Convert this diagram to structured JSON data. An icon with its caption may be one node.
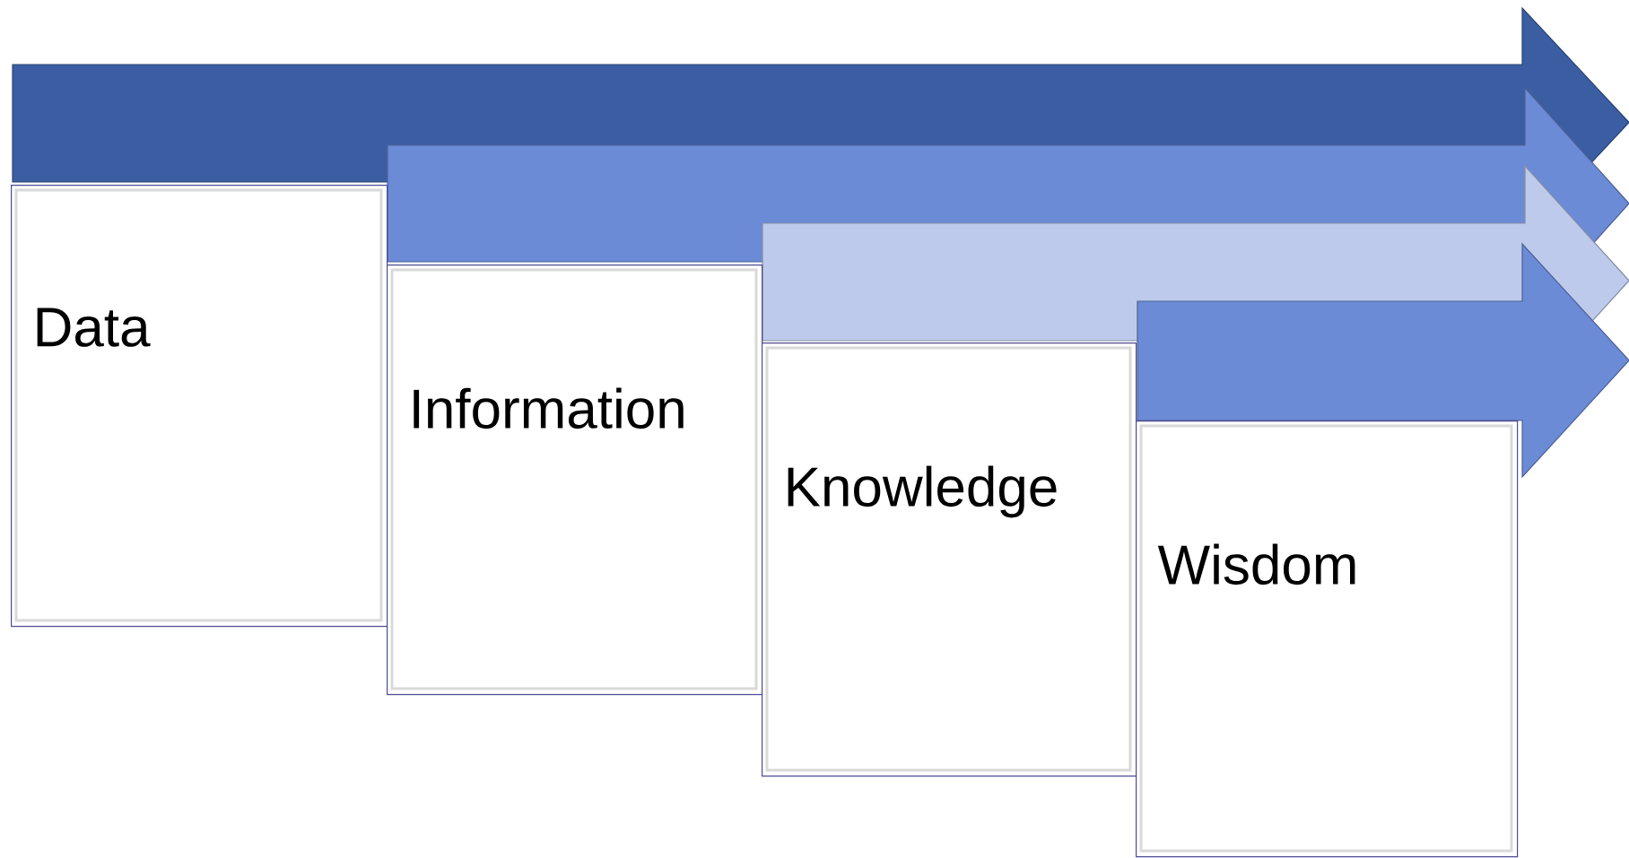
{
  "diagram": {
    "nodes": [
      {
        "text": [
          "Data"
        ]
      },
      {
        "text": [
          "Information"
        ]
      },
      {
        "text": [
          "Knowledge"
        ]
      },
      {
        "text": [
          "Wisdom"
        ]
      }
    ]
  }
}
